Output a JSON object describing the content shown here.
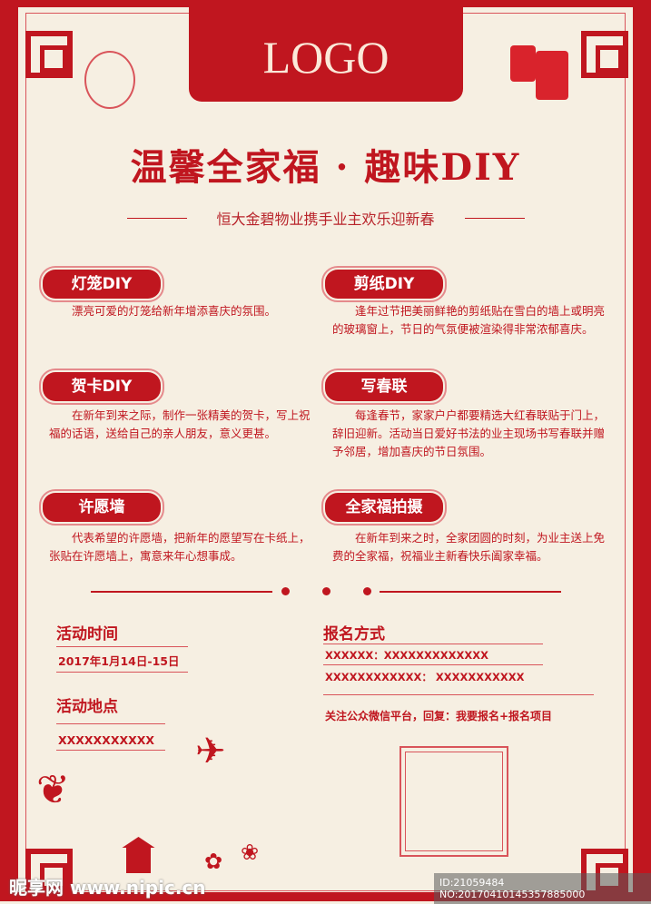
{
  "logo": "LOGO",
  "title": "温馨全家福 · 趣味DIY",
  "subtitle": "恒大金碧物业携手业主欢乐迎新春",
  "activities": [
    {
      "label": "灯笼DIY",
      "desc": "漂亮可爱的灯笼给新年增添喜庆的氛围。"
    },
    {
      "label": "剪纸DIY",
      "desc": "逢年过节把美丽鲜艳的剪纸贴在雪白的墙上或明亮的玻璃窗上，节日的气氛便被渲染得非常浓郁喜庆。"
    },
    {
      "label": "贺卡DIY",
      "desc": "在新年到来之际，制作一张精美的贺卡，写上祝福的话语，送给自己的亲人朋友，意义更甚。"
    },
    {
      "label": "写春联",
      "desc": "每逢春节，家家户户都要精选大红春联贴于门上，辞旧迎新。活动当日爱好书法的业主现场书写春联并赠予邻居，增加喜庆的节日氛围。"
    },
    {
      "label": "许愿墙",
      "desc": "代表希望的许愿墙，把新年的愿望写在卡纸上，张贴在许愿墙上，寓意来年心想事成。"
    },
    {
      "label": "全家福拍摄",
      "desc": "在新年到来之时，全家团圆的时刻，为业主送上免费的全家福，祝福业主新春快乐阖家幸福。"
    }
  ],
  "time": {
    "heading": "活动时间",
    "value": "2017年1月14日-15日"
  },
  "place": {
    "heading": "活动地点",
    "value": "XXXXXXXXXXX"
  },
  "signup": {
    "heading": "报名方式",
    "line1": "XXXXXX：XXXXXXXXXXXXX",
    "line2": "XXXXXXXXXXXX： XXXXXXXXXXX",
    "note": "关注公众微信平台，回复：我要报名+报名项目"
  },
  "watermark": {
    "site": "昵享网 www.nipic.cn",
    "id": "ID:21059484 NO:20170410145357885000"
  },
  "colors": {
    "primary": "#c0161f",
    "background": "#f6efe2"
  }
}
